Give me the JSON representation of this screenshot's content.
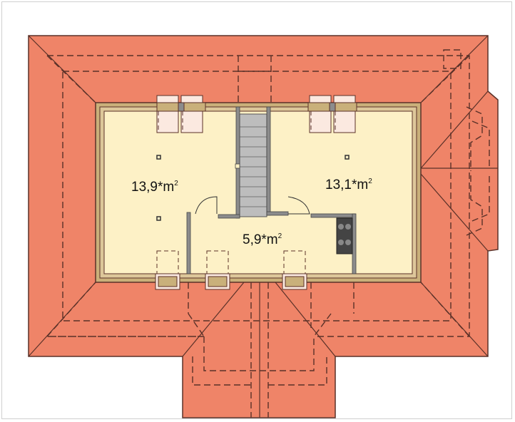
{
  "rooms": [
    {
      "id": "left-room",
      "area": "13,9*m",
      "sup": "2"
    },
    {
      "id": "right-room",
      "area": "13,1*m",
      "sup": "2"
    },
    {
      "id": "hall",
      "area": "5,9*m",
      "sup": "2"
    }
  ],
  "colors": {
    "roof": "#ef8468",
    "roof_outline": "#5a3128",
    "wall": "#c9b07a",
    "floor": "#fdf1c6",
    "stairs": "#bdbdbd",
    "stove": "#444444"
  }
}
